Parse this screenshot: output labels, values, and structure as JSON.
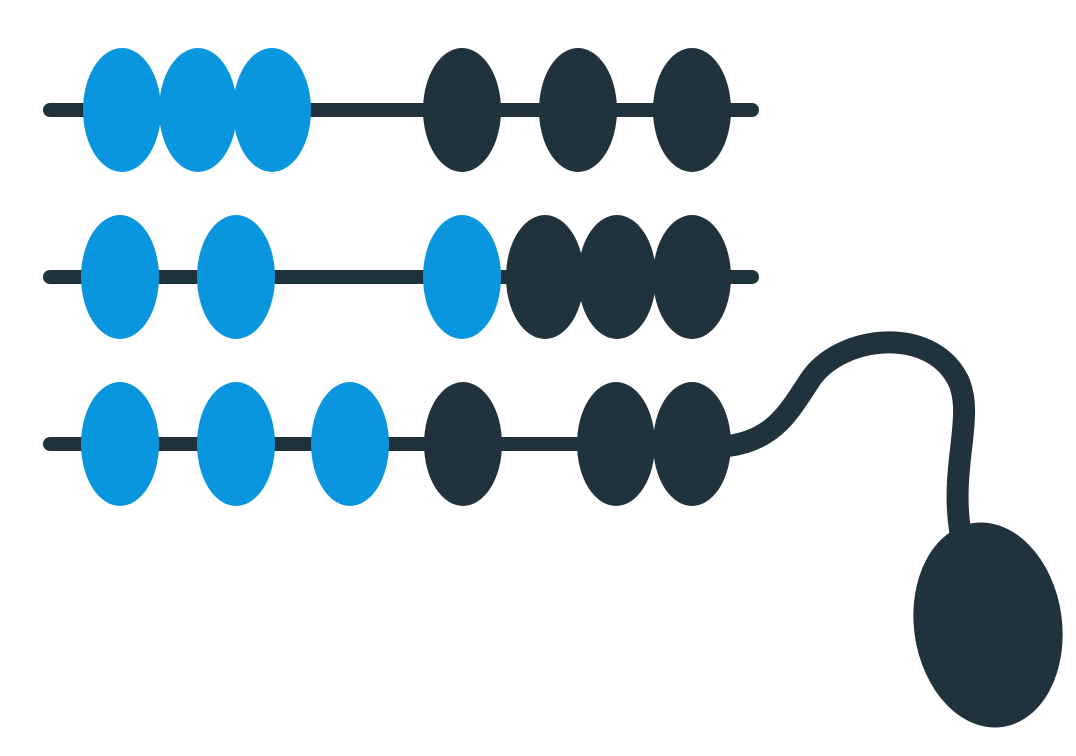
{
  "logo": {
    "icon": "abacus-mouse-icon",
    "colors": {
      "background": "#ffffff",
      "bead_blue": "#0a96de",
      "bead_dark": "#20333c",
      "rod": "#20333c",
      "mouse": "#20333c"
    },
    "rods": [
      {
        "name": "rod-1",
        "beads": [
          "blue",
          "blue",
          "blue",
          "dark",
          "dark",
          "dark"
        ]
      },
      {
        "name": "rod-2",
        "beads": [
          "blue",
          "blue",
          "blue",
          "dark",
          "dark",
          "dark"
        ]
      },
      {
        "name": "rod-3",
        "beads": [
          "blue",
          "blue",
          "blue",
          "dark",
          "dark",
          "dark"
        ]
      }
    ],
    "mouse": {
      "icon": "computer-mouse-icon",
      "cable": "mouse-cable"
    }
  }
}
